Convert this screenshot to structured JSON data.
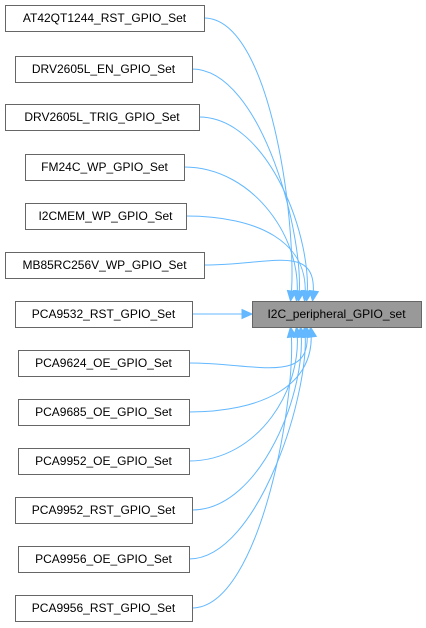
{
  "diagram": {
    "type": "caller-graph",
    "target": "I2C_peripheral_GPIO_set",
    "callers": [
      "AT42QT1244_RST_GPIO_Set",
      "DRV2605L_EN_GPIO_Set",
      "DRV2605L_TRIG_GPIO_Set",
      "FM24C_WP_GPIO_Set",
      "I2CMEM_WP_GPIO_Set",
      "MB85RC256V_WP_GPIO_Set",
      "PCA9532_RST_GPIO_Set",
      "PCA9624_OE_GPIO_Set",
      "PCA9685_OE_GPIO_Set",
      "PCA9952_OE_GPIO_Set",
      "PCA9952_RST_GPIO_Set",
      "PCA9956_OE_GPIO_Set",
      "PCA9956_RST_GPIO_Set"
    ],
    "colors": {
      "edge": "#63b8ff",
      "node_border": "#666666",
      "node_fill": "#ffffff",
      "target_fill": "#999999",
      "text": "#000000"
    }
  }
}
